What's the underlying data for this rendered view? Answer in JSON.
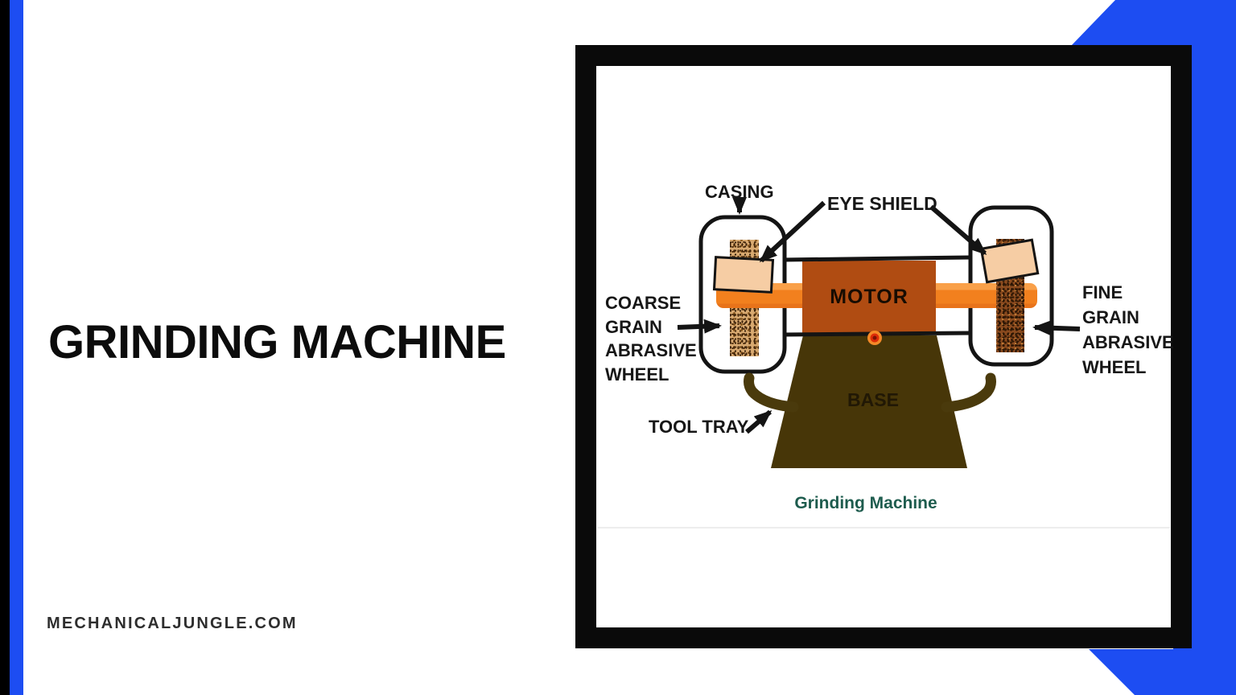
{
  "page": {
    "title": "GRINDING MACHINE",
    "brand": "MECHANICALJUNGLE.COM"
  },
  "diagram": {
    "caption": "Grinding Machine",
    "labels": {
      "casing": "CASING",
      "eye_shield": "EYE SHIELD",
      "motor": "MOTOR",
      "base": "BASE",
      "tool_tray": "TOOL TRAY",
      "coarse_wheel": [
        "COARSE",
        "GRAIN",
        "ABRASIVE",
        "WHEEL"
      ],
      "fine_wheel": [
        "FINE",
        "GRAIN",
        "ABRASIVE",
        "WHEEL"
      ]
    },
    "colors": {
      "accent_blue": "#1d4df2",
      "frame_black": "#0a0a0a",
      "motor_body": "#b04c12",
      "shaft_orange": "#f2801e",
      "eye_shield_peach": "#f6cda4",
      "coarse_wheel_tan": "#d8a970",
      "fine_wheel_brown": "#8a4a1e",
      "base_brown": "#473608",
      "caption_teal": "#1e5c4e"
    }
  }
}
